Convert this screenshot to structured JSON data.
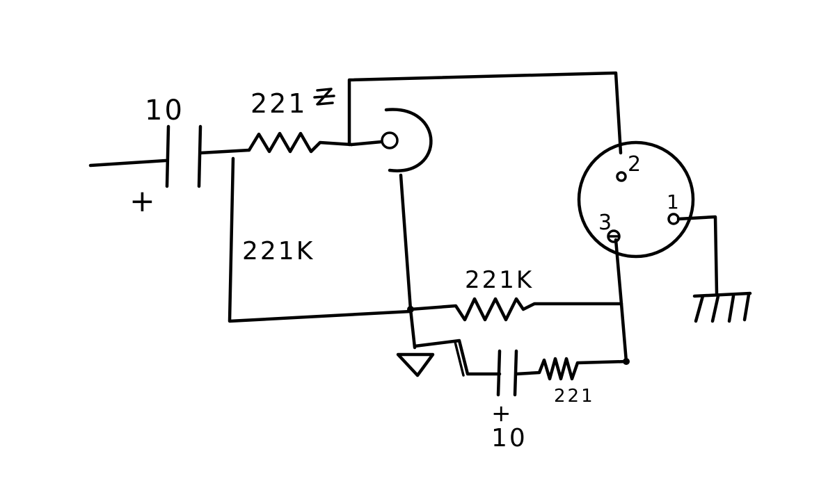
{
  "labels": {
    "input_cap_value": "10",
    "input_cap_polarity": "+",
    "series_resistor": "221",
    "shunt_resistor": "221K",
    "feedback_resistor": "221K",
    "bottom_resistor": "221",
    "bottom_cap_polarity": "+",
    "bottom_cap_value": "10",
    "xlr_pin_2": "2",
    "xlr_pin_1": "1",
    "xlr_pin_3": "3"
  },
  "colors": {
    "ink": "#000000",
    "paper": "#ffffff"
  }
}
